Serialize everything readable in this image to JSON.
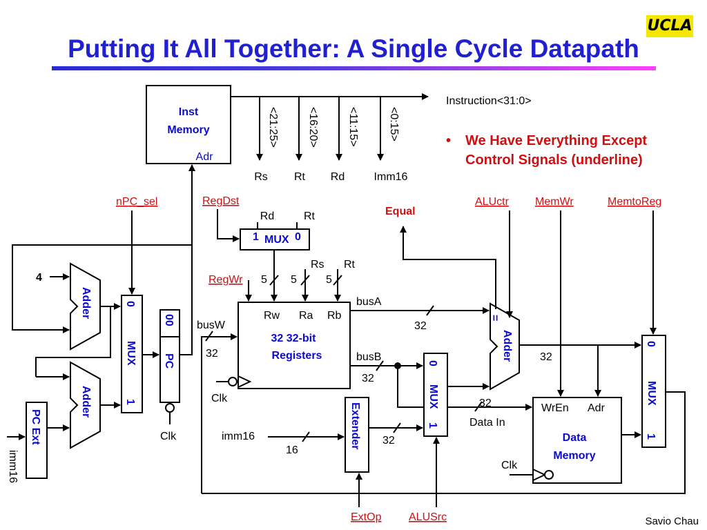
{
  "logo": "UCLA",
  "title": "Putting It All Together: A Single Cycle Datapath",
  "bullet": "We Have Everything Except Control Signals (underline)",
  "footer": "Savio Chau",
  "inst_memory": {
    "label1": "Inst",
    "label2": "Memory",
    "adr": "Adr"
  },
  "instruction": "Instruction<31:0>",
  "fields": [
    "<21:25>",
    "<16:20>",
    "<11:15>",
    "<0:15>"
  ],
  "field_names": [
    "Rs",
    "Rt",
    "Rd",
    "Imm16"
  ],
  "controls": {
    "npc_sel": "nPC_sel",
    "regdst": "RegDst",
    "regwr": "RegWr",
    "equal": "Equal",
    "aluctr": "ALUctr",
    "memwr": "MemWr",
    "memtoreg": "MemtoReg",
    "extop": "ExtOp",
    "alusrc": "ALUSrc"
  },
  "regdst_mux": {
    "in1": "Rd",
    "in0": "Rt",
    "sel1": "1",
    "sel0": "0",
    "label": "MUX"
  },
  "registers": {
    "rw": "Rw",
    "ra": "Ra",
    "rb": "Rb",
    "label1": "32 32-bit",
    "label2": "Registers",
    "rs": "Rs",
    "rt": "Rt",
    "bus_widths": [
      "5",
      "5",
      "5"
    ],
    "busA": "busA",
    "busB": "busB",
    "busW": "busW",
    "clk": "Clk"
  },
  "widths": {
    "busA": "32",
    "busB": "32",
    "busW": "32",
    "alu_out": "32",
    "data_in": "32",
    "ext_out": "32",
    "imm16": "16"
  },
  "alu_mux": {
    "label": "MUX",
    "in0": "0",
    "in1": "1"
  },
  "alu": {
    "label": "Adder",
    "eq": "="
  },
  "extender": {
    "label": "Extender",
    "imm16": "imm16"
  },
  "data_memory": {
    "label1": "Data",
    "label2": "Memory",
    "wren": "WrEn",
    "adr": "Adr",
    "data_in": "Data In",
    "clk": "Clk"
  },
  "wb_mux": {
    "label": "MUX",
    "in0": "0",
    "in1": "1"
  },
  "pc_section": {
    "four": "4",
    "adder_top": "Adder",
    "adder_bottom": "Adder",
    "pc_mux": {
      "label": "MUX",
      "in0": "0",
      "in1": "1"
    },
    "pc_label": "PC",
    "pc_bits": "00",
    "pc_clk": "Clk",
    "pc_ext": "PC Ext",
    "imm16": "imm16"
  }
}
